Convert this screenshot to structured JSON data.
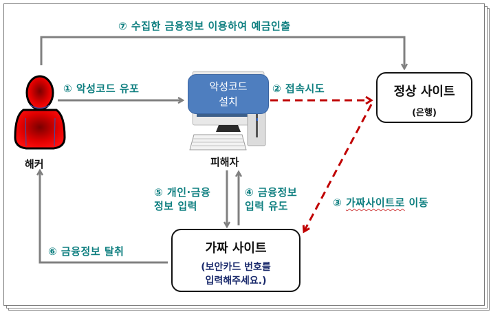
{
  "colors": {
    "label_teal": "#0f7f80",
    "arrow_gray": "#808080",
    "dashed_red": "#c00000",
    "hacker_red": "#e00000",
    "bubble_blue": "#4e7ebf",
    "subtext_navy": "#1a2a6c"
  },
  "nodes": {
    "hacker": {
      "label": "해커",
      "icon": "person-icon"
    },
    "victim": {
      "label": "피해자",
      "icon": "desktop-computer-icon",
      "bubble": [
        "악성코드",
        "설치"
      ]
    },
    "real_site": {
      "title": "정상 사이트",
      "subtitle": "(은행)"
    },
    "fake_site": {
      "title": "가짜 사이트",
      "subtitle_lines": [
        "(보안카드 번호를",
        "입력해주세요.)"
      ]
    }
  },
  "steps": {
    "s1": "① 악성코드 유포",
    "s2": "② 접속시도",
    "s3_num": "③ ",
    "s3_text": "가짜사이트로",
    "s3_tail": " 이동",
    "s4": [
      "④ 금융정보",
      "입력 유도"
    ],
    "s5": [
      "⑤ 개인·금융",
      "정보 입력"
    ],
    "s6": "⑥ 금융정보 탈취",
    "s7": "⑦ 수집한 금융정보 이용하여 예금인출"
  }
}
